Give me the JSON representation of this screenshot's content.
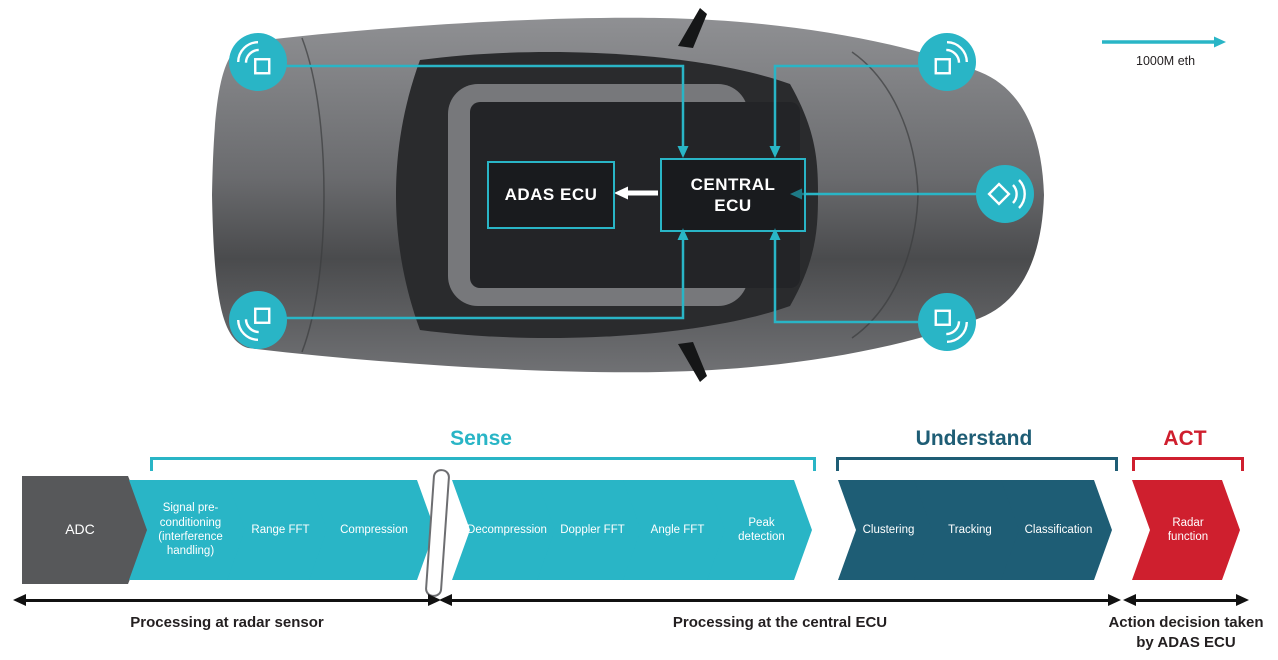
{
  "colors": {
    "cyan": "#29b5c6",
    "teal": "#1e5d75",
    "red": "#cf1f2e",
    "gray": "#57585a"
  },
  "legend": {
    "label": "1000M eth",
    "arrow_icon": "right-arrow-icon"
  },
  "car_diagram": {
    "adas_ecu": "ADAS ECU",
    "central_ecu": "CENTRAL ECU",
    "sensor_icon": "radar-sensor-icon"
  },
  "pipeline": {
    "sections": [
      {
        "label": "Sense",
        "color": "#29b5c6"
      },
      {
        "label": "Understand",
        "color": "#1e5d75"
      },
      {
        "label": "ACT",
        "color": "#cf1f2e"
      }
    ],
    "steps": [
      {
        "label": "ADC",
        "color": "#57585a"
      },
      {
        "label": "Signal pre-conditioning (interference handling)",
        "color": "#29b5c6"
      },
      {
        "label": "Range FFT",
        "color": "#29b5c6"
      },
      {
        "label": "Compression",
        "color": "#29b5c6"
      },
      {
        "label": "Decompression",
        "color": "#29b5c6"
      },
      {
        "label": "Doppler FFT",
        "color": "#29b5c6"
      },
      {
        "label": "Angle FFT",
        "color": "#29b5c6"
      },
      {
        "label": "Peak detection",
        "color": "#29b5c6"
      },
      {
        "label": "Clustering",
        "color": "#1e5d75"
      },
      {
        "label": "Tracking",
        "color": "#1e5d75"
      },
      {
        "label": "Classification",
        "color": "#1e5d75"
      },
      {
        "label": "Radar function",
        "color": "#cf1f2e"
      }
    ],
    "measures": [
      {
        "label": "Processing at radar sensor"
      },
      {
        "label": "Processing at the central ECU"
      },
      {
        "label": "Action decision taken by ADAS ECU"
      }
    ]
  }
}
